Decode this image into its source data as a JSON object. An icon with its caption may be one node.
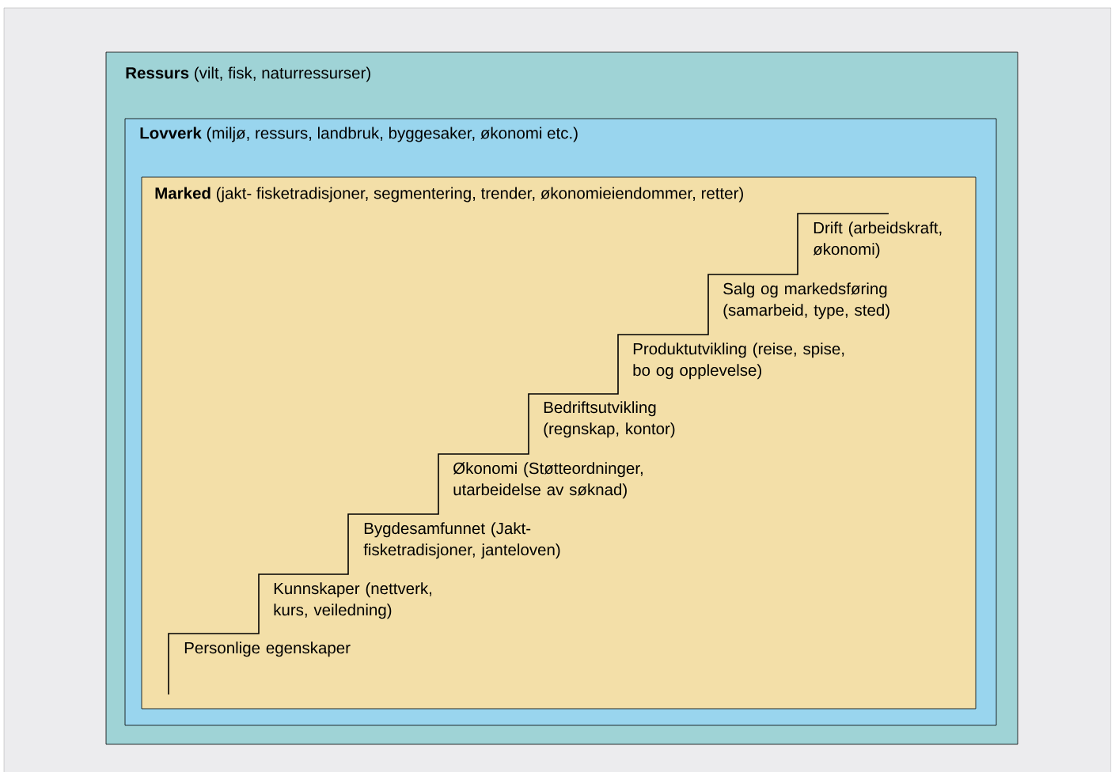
{
  "diagram": {
    "nodes": [
      {
        "text": [
          "**Ressurs** (vilt, fisk, naturressurser)"
        ]
      },
      {
        "text": [
          "**Lovverk** (miljø, ressurs, landbruk, byggesaker, økonomi etc.)"
        ],
        "in": 0
      },
      {
        "text": [
          "**Marked** (jakt- fisketradisjoner, segmentering, trender, økonomieiendommer, retter)"
        ],
        "in": 1
      }
    ],
    "labels": [
      "Personlige egenskaper",
      "Kunnskaper (nettverk, kurs, veiledning)",
      "Bygdesamfunnet (Jakt- fisketradisjoner, janteloven)",
      "Økonomi (Støtteordninger, utarbeidelse av søknad)",
      "Bedriftsutvikling (regnskap, kontor)",
      "Produktutvikling (reise, spise, bo og opplevelse)",
      "Salg og markedsføring (samarbeid, type, sted)",
      "Drift (arbeidskraft, økonomi)"
    ]
  }
}
